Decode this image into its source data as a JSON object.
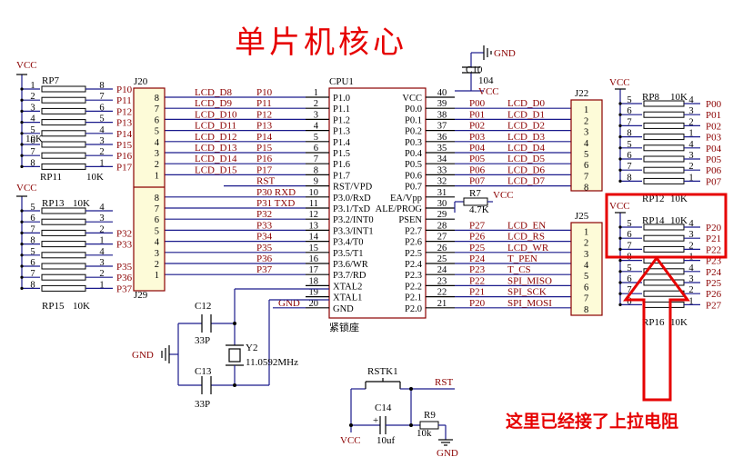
{
  "title": "单片机核心",
  "note": "这里已经接了上拉电阻",
  "cpu": {
    "ref": "CPU1",
    "sub": "紧锁座",
    "left_pins": [
      {
        "num": "1",
        "name": "P1.0",
        "net": "P10"
      },
      {
        "num": "2",
        "name": "P1.1",
        "net": "P11"
      },
      {
        "num": "3",
        "name": "P1.2",
        "net": "P12"
      },
      {
        "num": "4",
        "name": "P1.3",
        "net": "P13"
      },
      {
        "num": "5",
        "name": "P1.4",
        "net": "P14"
      },
      {
        "num": "6",
        "name": "P1.5",
        "net": "P15"
      },
      {
        "num": "7",
        "name": "P1.6",
        "net": "P16"
      },
      {
        "num": "8",
        "name": "P1.7",
        "net": "P17"
      },
      {
        "num": "9",
        "name": "RST/VPD",
        "net": "RST"
      },
      {
        "num": "10",
        "name": "P3.0/RxD",
        "net": "P30 RXD"
      },
      {
        "num": "11",
        "name": "P3.1/TxD",
        "net": "P31 TXD"
      },
      {
        "num": "12",
        "name": "P3.2/INT0",
        "net": "P32"
      },
      {
        "num": "13",
        "name": "P3.3/INT1",
        "net": "P33"
      },
      {
        "num": "14",
        "name": "P3.4/T0",
        "net": "P34"
      },
      {
        "num": "15",
        "name": "P3.5/T1",
        "net": "P35"
      },
      {
        "num": "16",
        "name": "P3.6/WR",
        "net": "P36"
      },
      {
        "num": "17",
        "name": "P3.7/RD",
        "net": "P37"
      },
      {
        "num": "18",
        "name": "XTAL2",
        "net": ""
      },
      {
        "num": "19",
        "name": "XTAL1",
        "net": ""
      },
      {
        "num": "20",
        "name": "GND",
        "net": "GND"
      }
    ],
    "right_pins": [
      {
        "num": "40",
        "name": "VCC",
        "net": "VCC"
      },
      {
        "num": "39",
        "name": "P0.0",
        "net": "P00"
      },
      {
        "num": "38",
        "name": "P0.1",
        "net": "P01"
      },
      {
        "num": "37",
        "name": "P0.2",
        "net": "P02"
      },
      {
        "num": "36",
        "name": "P0.3",
        "net": "P03"
      },
      {
        "num": "35",
        "name": "P0.4",
        "net": "P04"
      },
      {
        "num": "34",
        "name": "P0.5",
        "net": "P05"
      },
      {
        "num": "33",
        "name": "P0.6",
        "net": "P06"
      },
      {
        "num": "32",
        "name": "P0.7",
        "net": "P07"
      },
      {
        "num": "31",
        "name": "EA/Vpp",
        "net": ""
      },
      {
        "num": "30",
        "name": "ALE/PROG",
        "net": ""
      },
      {
        "num": "29",
        "name": "PSEN",
        "net": ""
      },
      {
        "num": "28",
        "name": "P2.7",
        "net": "P27"
      },
      {
        "num": "27",
        "name": "P2.6",
        "net": "P26"
      },
      {
        "num": "26",
        "name": "P2.5",
        "net": "P25"
      },
      {
        "num": "25",
        "name": "P2.4",
        "net": "P24"
      },
      {
        "num": "24",
        "name": "P2.3",
        "net": "P23"
      },
      {
        "num": "23",
        "name": "P2.2",
        "net": "P22"
      },
      {
        "num": "22",
        "name": "P2.1",
        "net": "P21"
      },
      {
        "num": "21",
        "name": "P2.0",
        "net": "P20"
      }
    ]
  },
  "j20": {
    "ref": "J20",
    "pins": [
      "8",
      "7",
      "6",
      "5",
      "4",
      "3",
      "2",
      "1"
    ],
    "nets": [
      "LCD_D8",
      "LCD_D9",
      "LCD_D10",
      "LCD_D11",
      "LCD_D12",
      "LCD_D13",
      "LCD_D14",
      "LCD_D15"
    ]
  },
  "j29": {
    "ref": "J29",
    "pins": [
      "8",
      "7",
      "6",
      "5",
      "4",
      "3",
      "2",
      "1"
    ]
  },
  "j22": {
    "ref": "J22",
    "pins": [
      "1",
      "2",
      "3",
      "4",
      "5",
      "6",
      "7",
      "8"
    ],
    "nets": [
      "LCD_D0",
      "LCD_D1",
      "LCD_D2",
      "LCD_D3",
      "LCD_D4",
      "LCD_D5",
      "LCD_D6",
      "LCD_D7"
    ]
  },
  "j25": {
    "ref": "J25",
    "pins": [
      "1",
      "2",
      "3",
      "4",
      "5",
      "6",
      "7",
      "8"
    ],
    "nets": [
      "LCD_EN",
      "LCD_RS",
      "LCD_WR",
      "T_PEN",
      "T_CS",
      "SPI_MISO",
      "SPI_SCK",
      "SPI_MOSI"
    ]
  },
  "rp7": {
    "ref": "RP7",
    "val": "10K",
    "vcc": "VCC",
    "left_pins": [
      "1",
      "2",
      "3",
      "4",
      "5",
      "6",
      "7",
      "8"
    ],
    "right_pins": [
      "8",
      "7",
      "6",
      "5",
      "4",
      "3",
      "2",
      "1"
    ],
    "nets": [
      "P10",
      "P11",
      "P12",
      "P13",
      "P14",
      "P15",
      "P16",
      "P17"
    ],
    "ref2": "RP11",
    "val2": "10K"
  },
  "rp13": {
    "ref": "RP13",
    "val": "10K",
    "vcc": "VCC",
    "left_pins": [
      "5",
      "6",
      "7",
      "8",
      "5",
      "6",
      "7",
      "8"
    ],
    "right_pins": [
      "4",
      "3",
      "2",
      "1",
      "4",
      "3",
      "2",
      "1"
    ],
    "nets": [
      "",
      "",
      "P32",
      "P33",
      "",
      "P35",
      "P36",
      "P37"
    ],
    "ref2": "RP15",
    "val2": "10K"
  },
  "rp8": {
    "ref": "RP8",
    "val": "10K",
    "vcc": "VCC",
    "left_pins": [
      "5",
      "6",
      "7",
      "8",
      "5",
      "6",
      "7",
      "8"
    ],
    "right_pins": [
      "4",
      "3",
      "2",
      "1",
      "4",
      "3",
      "2",
      "1"
    ],
    "nets": [
      "P00",
      "P01",
      "P02",
      "P03",
      "P04",
      "P05",
      "P06",
      "P07"
    ],
    "ref2": "RP12",
    "val2": "10K"
  },
  "rp14": {
    "ref": "RP14",
    "val": "10K",
    "vcc": "VCC",
    "left_pins": [
      "5",
      "6",
      "7",
      "8",
      "5",
      "6",
      "7",
      "8"
    ],
    "right_pins": [
      "4",
      "3",
      "2",
      "1",
      "4",
      "3",
      "2",
      "1"
    ],
    "nets": [
      "P20",
      "P21",
      "P22",
      "P23",
      "P24",
      "P25",
      "P26",
      "P27"
    ],
    "ref2": "RP16",
    "val2": "10K"
  },
  "c10": {
    "ref": "C10",
    "val": "104",
    "gnd": "GND",
    "vcc": "VCC"
  },
  "crystal": {
    "c12": "C12",
    "c12v": "33P",
    "c13": "C13",
    "c13v": "33P",
    "y": "Y2",
    "yv": "11.0592MHz",
    "gnd": "GND"
  },
  "r7": {
    "ref": "R7",
    "val": "4.7K",
    "vcc": "VCC"
  },
  "reset": {
    "sw": "RSTK1",
    "c": "C14",
    "cv": "10uf",
    "r": "R9",
    "rv": "10k",
    "vcc": "VCC",
    "gnd": "GND",
    "rst": "RST",
    "plus": "+"
  },
  "colors": {
    "highlight": "#e60000",
    "wire": "#1a1a8c",
    "box": "#fdfbd8"
  }
}
